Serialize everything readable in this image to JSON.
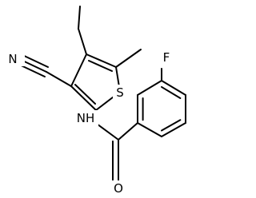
{
  "molecule": {
    "atoms": {
      "nitrile_n": "N",
      "thiophene_s": "S",
      "amide_n": "NH",
      "amide_o": "O",
      "fluorine": "F"
    }
  }
}
